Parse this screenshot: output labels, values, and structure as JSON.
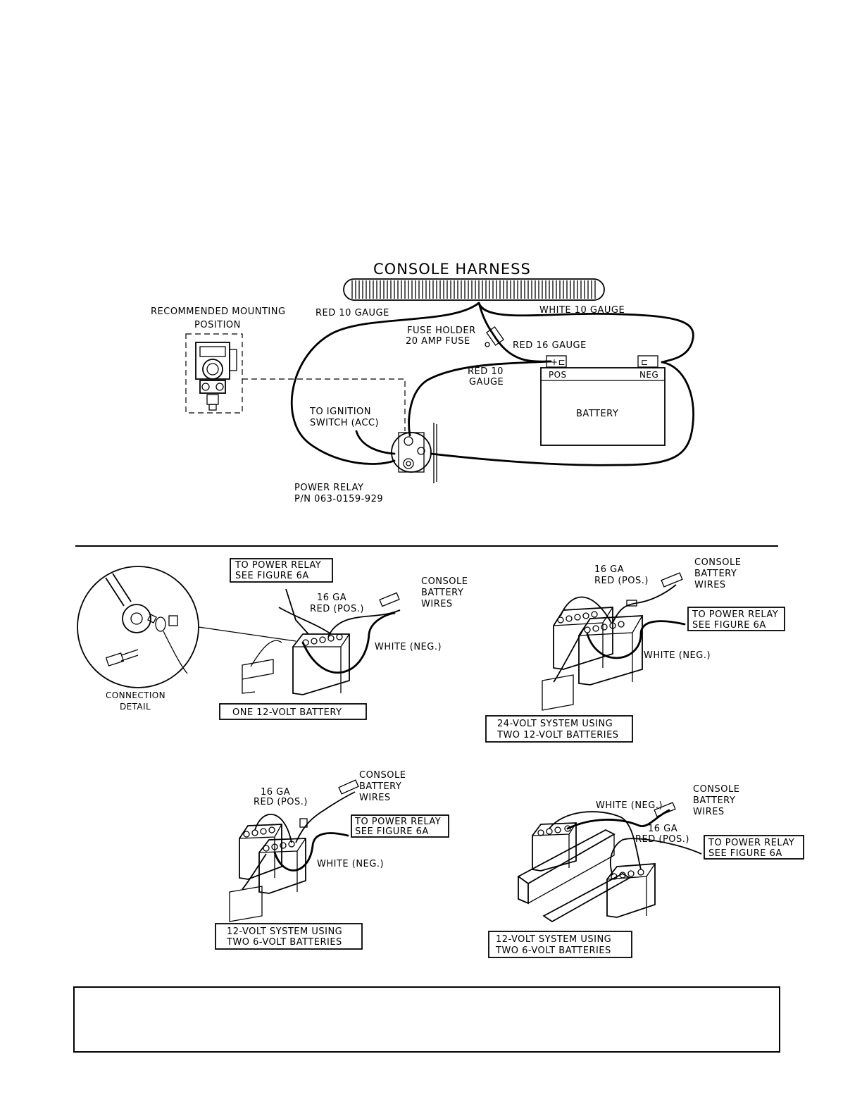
{
  "top_diagram": {
    "harness_title": "CONSOLE HARNESS",
    "mounting_label_1": "RECOMMENDED MOUNTING",
    "mounting_label_2": "POSITION",
    "red_10_gauge_top": "RED 10 GAUGE",
    "white_10_gauge": "WHITE 10 GAUGE",
    "fuse_holder": "FUSE HOLDER",
    "fuse_amp": "20 AMP FUSE",
    "red_16_gauge": "RED 16 GAUGE",
    "red_10_mid_1": "RED 10",
    "red_10_mid_2": "GAUGE",
    "pos": "POS",
    "neg": "NEG",
    "battery": "BATTERY",
    "ignition_1": "TO IGNITION",
    "ignition_2": "SWITCH (ACC)",
    "relay_1": "POWER RELAY",
    "relay_2": "P/N 063-0159-929"
  },
  "panel_one": {
    "callout_1": "TO POWER RELAY",
    "callout_2": "SEE FIGURE 6A",
    "ga": "16 GA",
    "red_pos": "RED (POS.)",
    "console_1": "CONSOLE",
    "console_2": "BATTERY",
    "console_3": "WIRES",
    "white_neg": "WHITE (NEG.)",
    "detail_1": "CONNECTION",
    "detail_2": "DETAIL",
    "caption": "ONE 12-VOLT BATTERY"
  },
  "panel_24v": {
    "ga": "16 GA",
    "red_pos": "RED (POS.)",
    "console_1": "CONSOLE",
    "console_2": "BATTERY",
    "console_3": "WIRES",
    "callout_1": "TO POWER RELAY",
    "callout_2": "SEE FIGURE 6A",
    "white_neg": "WHITE (NEG.)",
    "caption_1": "24-VOLT SYSTEM USING",
    "caption_2": "TWO 12-VOLT BATTERIES"
  },
  "panel_12v_a": {
    "console_1": "CONSOLE",
    "console_2": "BATTERY",
    "console_3": "WIRES",
    "ga": "16 GA",
    "red_pos": "RED (POS.)",
    "callout_1": "TO POWER RELAY",
    "callout_2": "SEE FIGURE 6A",
    "white_neg": "WHITE (NEG.)",
    "caption_1": "12-VOLT SYSTEM USING",
    "caption_2": "TWO 6-VOLT BATTERIES"
  },
  "panel_12v_b": {
    "console_1": "CONSOLE",
    "console_2": "BATTERY",
    "console_3": "WIRES",
    "white_neg": "WHITE (NEG.)",
    "ga": "16 GA",
    "red_pos": "RED (POS.)",
    "callout_1": "TO POWER RELAY",
    "callout_2": "SEE FIGURE 6A",
    "caption_1": "12-VOLT SYSTEM USING",
    "caption_2": "TWO 6-VOLT BATTERIES"
  }
}
